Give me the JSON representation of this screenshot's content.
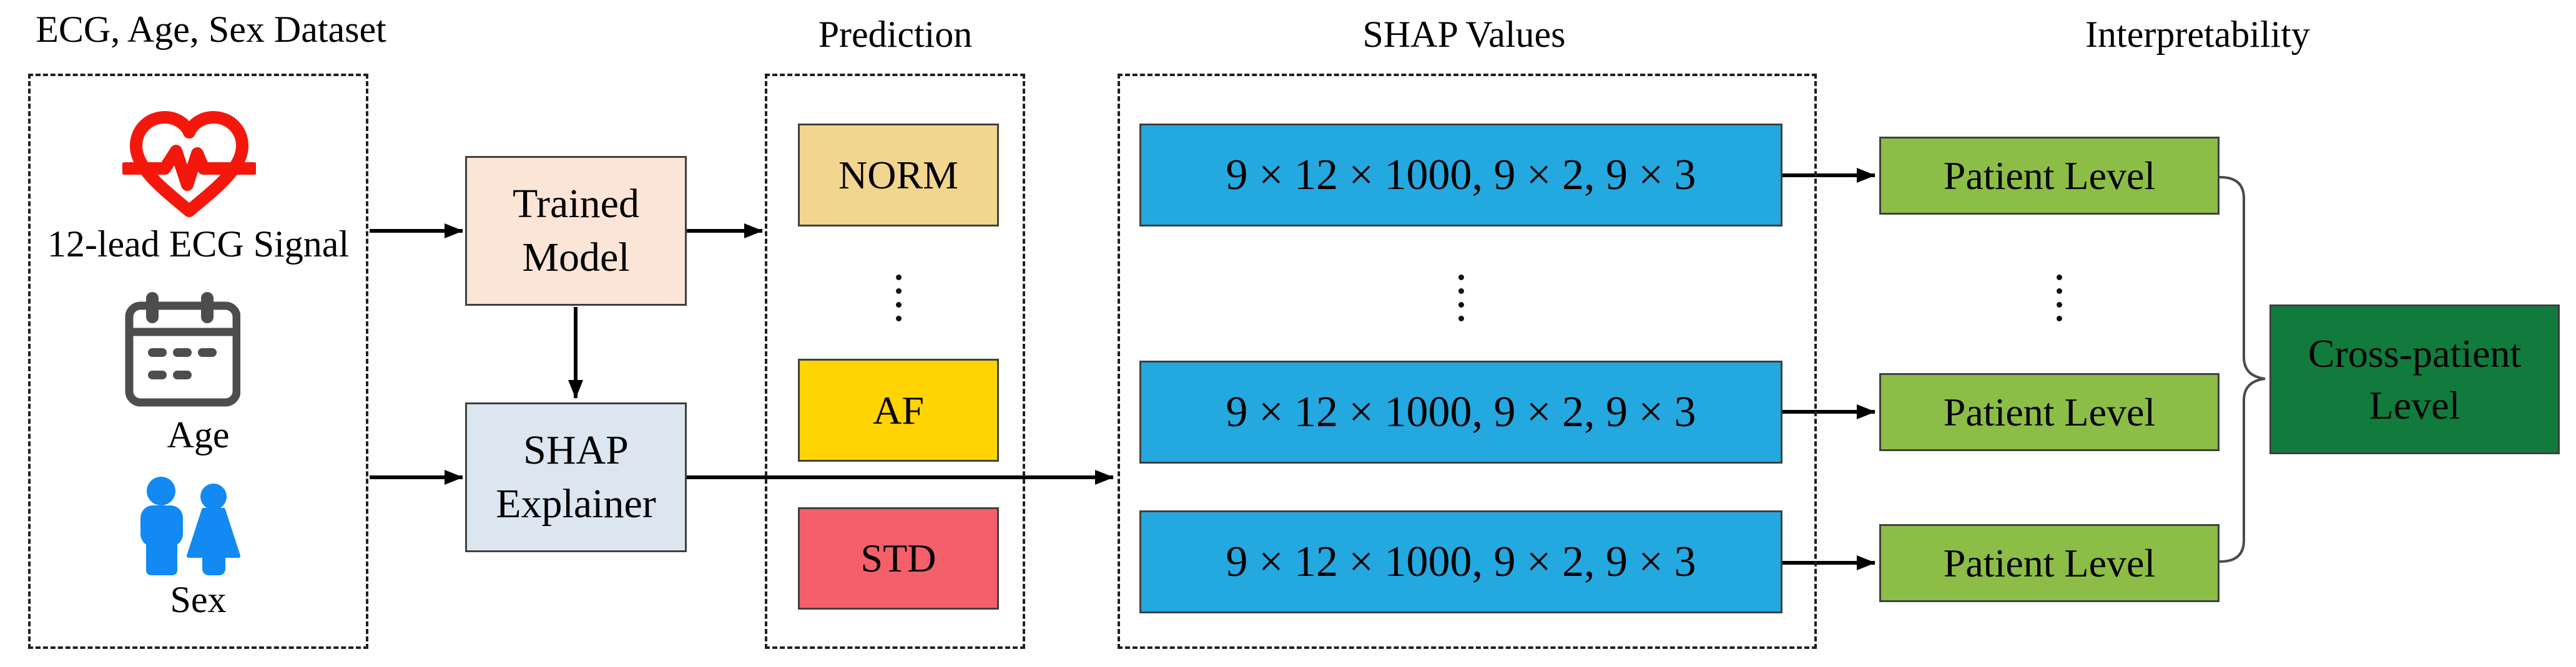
{
  "dataset": {
    "title": "ECG, Age, Sex Dataset",
    "items": [
      {
        "icon": "heart-ecg-icon",
        "label": "12-lead ECG Signal",
        "icon_color": "#F3180B"
      },
      {
        "icon": "calendar-icon",
        "label": "Age",
        "icon_color": "#4D4D4D"
      },
      {
        "icon": "people-icon",
        "label": "Sex",
        "icon_color": "#1289F3"
      }
    ]
  },
  "pipeline": {
    "trained_model": {
      "line1": "Trained",
      "line2": "Model",
      "fill": "#FBE5D6"
    },
    "shap_explainer": {
      "line1": "SHAP",
      "line2": "Explainer",
      "fill": "#DCE6F1"
    }
  },
  "prediction": {
    "title": "Prediction",
    "classes": [
      {
        "label": "NORM",
        "fill": "#F2D58E"
      },
      {
        "label": "AF",
        "fill": "#FFD402"
      },
      {
        "label": "STD",
        "fill": "#F4606A"
      }
    ]
  },
  "shap_values": {
    "title": "SHAP Values",
    "fill": "#24A8E0",
    "boxes": [
      "9 × 12 × 1000, 9 × 2, 9 × 3",
      "9 × 12 × 1000, 9 × 2, 9 × 3",
      "9 × 12 × 1000, 9 × 2, 9 × 3"
    ]
  },
  "interpretability": {
    "title": "Interpretability",
    "patient_fill": "#8CBD47",
    "patient_boxes": [
      "Patient Level",
      "Patient Level",
      "Patient Level"
    ],
    "cross_patient": {
      "line1": "Cross-patient",
      "line2": "Level",
      "fill": "#117B3D"
    }
  }
}
